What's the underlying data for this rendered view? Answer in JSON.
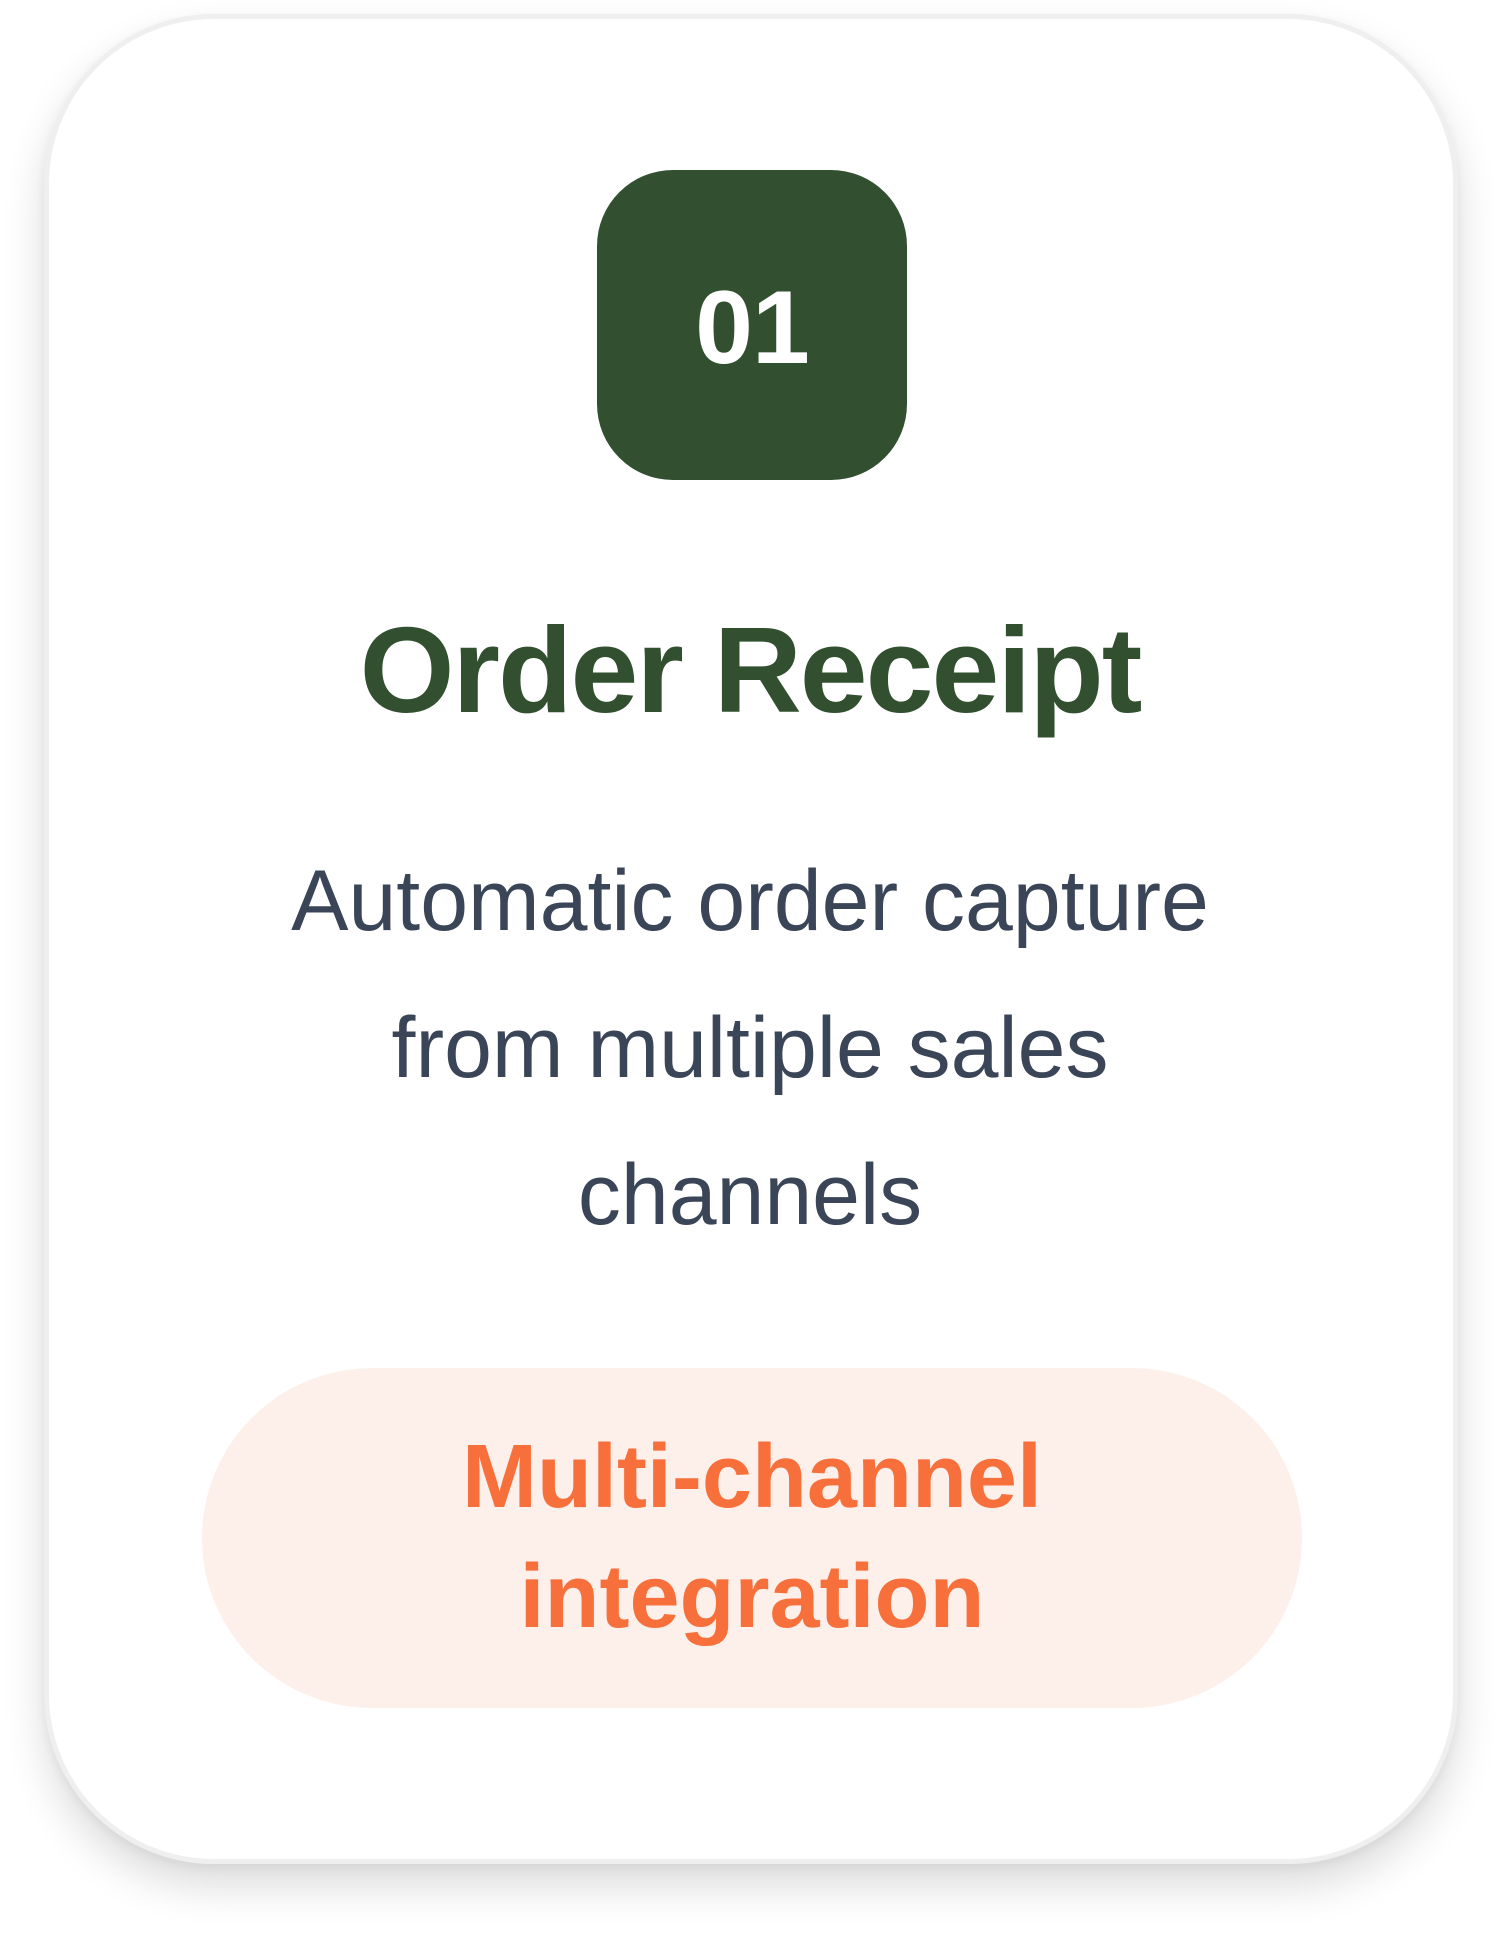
{
  "card": {
    "step_number": "01",
    "title": "Order Receipt",
    "description": "Automatic order capture from multiple sales channels",
    "tag": "Multi-channel integration"
  },
  "colors": {
    "badge_background": "#325030",
    "title_text": "#325030",
    "description_text": "#3a4557",
    "tag_background": "#fdf0eb",
    "tag_text": "#f7703c"
  }
}
